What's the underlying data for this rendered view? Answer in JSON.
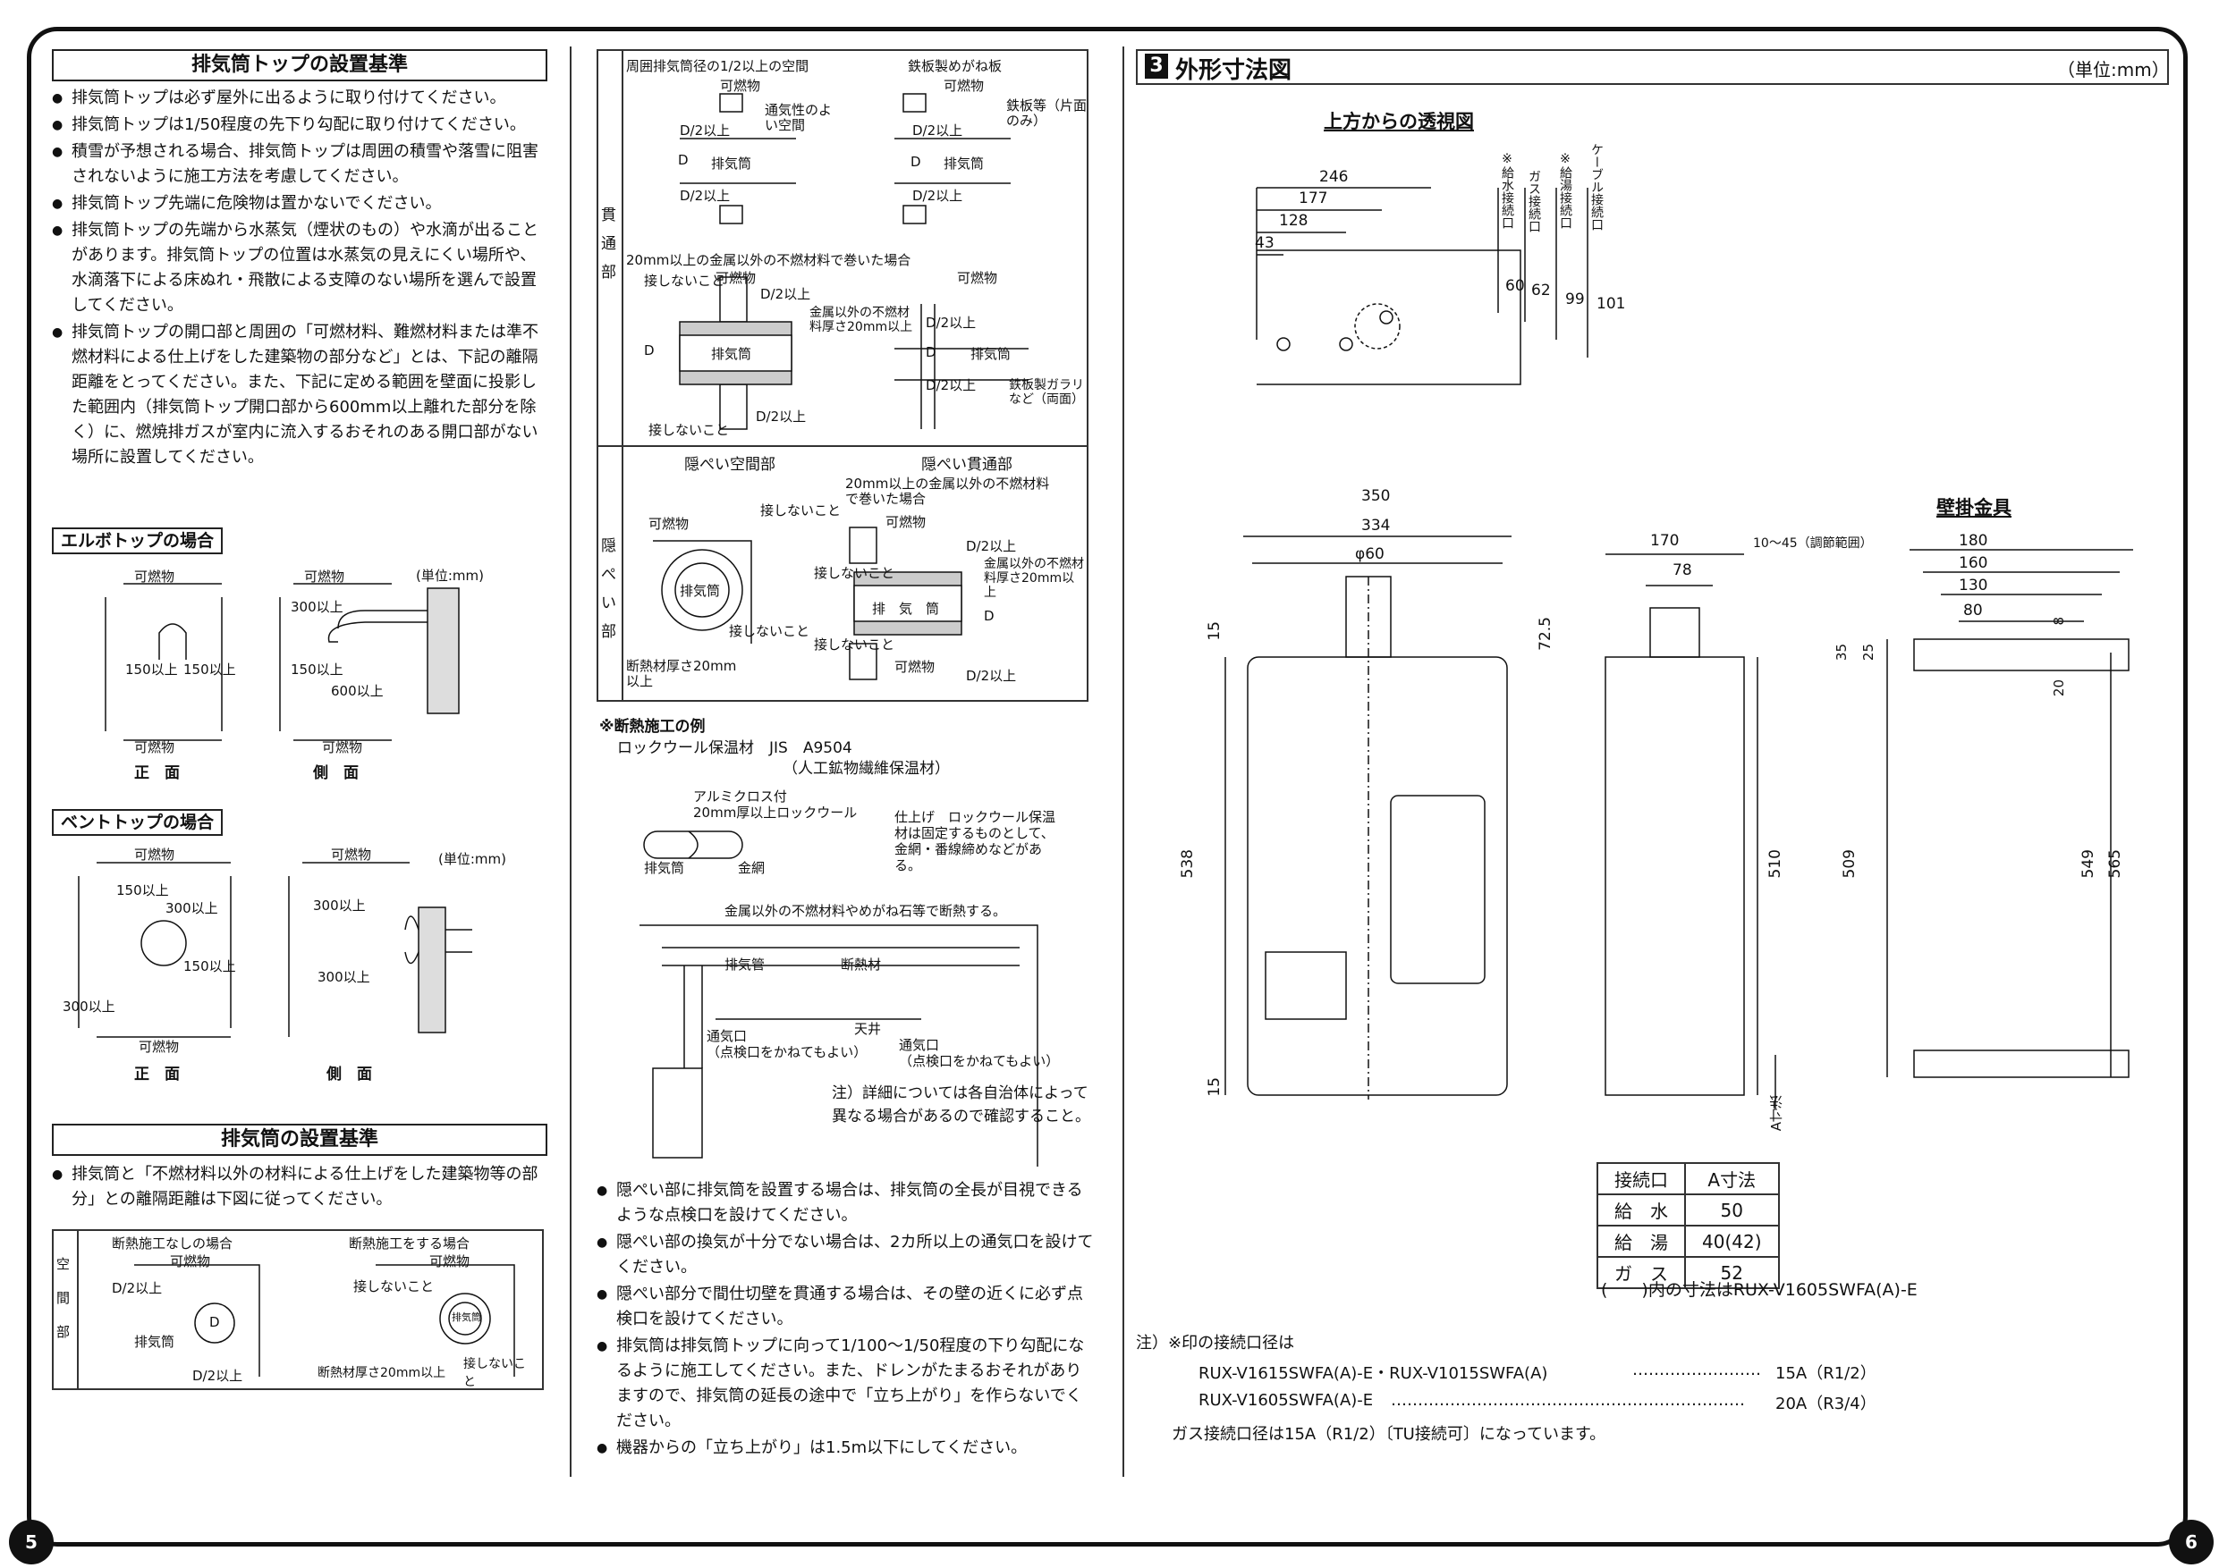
{
  "page_numbers": {
    "left": "5",
    "right": "6"
  },
  "left_column": {
    "top_section": {
      "title": "排気筒トップの設置基準",
      "bullets": [
        "排気筒トップは必ず屋外に出るように取り付けてください。",
        "排気筒トップは1/50程度の先下り勾配に取り付けてください。",
        "積雪が予想される場合、排気筒トップは周囲の積雪や落雪に阻害されないように施工方法を考慮してください。",
        "排気筒トップ先端に危険物は置かないでください。",
        "排気筒トップの先端から水蒸気（煙状のもの）や水滴が出ることがあります。排気筒トップの位置は水蒸気の見えにくい場所や、水滴落下による床ぬれ・飛散による支障のない場所を選んで設置してください。",
        "排気筒トップの開口部と周囲の「可燃材料、難燃材料または準不燃材料による仕上げをした建築物の部分など」とは、下記の離隔距離をとってください。また、下記に定める範囲を壁面に投影した範囲内（排気筒トップ開口部から600mm以上離れた部分を除く）に、燃焼排ガスが室内に流入するおそれのある開口部がない場所に設置してください。"
      ]
    },
    "elbow": {
      "title": "エルボトップの場合",
      "unit": "(単位:mm)",
      "combustible": "可燃物",
      "front_labels": {
        "d1": "150以上",
        "d2": "150以上"
      },
      "side_labels": {
        "d1": "300以上",
        "d2": "150以上",
        "d3": "600以上"
      },
      "front": "正　面",
      "side": "側　面"
    },
    "vent": {
      "title": "ベントトップの場合",
      "unit": "(単位:mm)",
      "combustible": "可燃物",
      "front_labels": {
        "d1": "150以上",
        "d2": "300以上",
        "d3": "150以上",
        "d4": "300以上"
      },
      "side_labels": {
        "d1": "300以上",
        "d2": "300以上"
      },
      "front": "正　面",
      "side": "側　面"
    },
    "bottom_section": {
      "title": "排気筒の設置基準",
      "bullets": [
        "排気筒と「不燃材料以外の材料による仕上げをした建築物等の部分」との離隔距離は下図に従ってください。"
      ],
      "space_label": "空間部",
      "no_insulation": "断熱施工なしの場合",
      "with_insulation": "断熱施工をする場合",
      "labels": {
        "combustible": "可燃物",
        "d2_top": "D/2以上",
        "d": "D",
        "pipe": "排気筒",
        "d2_bottom": "D/2以上",
        "no_contact": "接しないこと",
        "insul_thick": "断熱材厚さ20mm以上",
        "no_contact2": "接しないこと",
        "pipe2": "排気筒"
      }
    }
  },
  "middle_column": {
    "penetration_label": "貫通部",
    "hidden_label": "隠ぺい部",
    "pen_a": {
      "title": "周囲排気筒径の1/2以上の空間",
      "combustible": "可燃物",
      "air": "通気性のよい空間",
      "d2a": "D/2以上",
      "d": "D",
      "pipe": "排気筒",
      "d2b": "D/2以上"
    },
    "pen_b": {
      "title": "鉄板製めがね板",
      "combustible": "可燃物",
      "plate": "鉄板等（片面のみ）",
      "d2a": "D/2以上",
      "d": "D",
      "pipe": "排気筒",
      "d2b": "D/2以上"
    },
    "pen_c": {
      "title": "20mm以上の金属以外の不燃材料で巻いた場合",
      "no_contact": "接しないこと",
      "combustible": "可燃物",
      "d2a": "D/2以上",
      "metal": "金属以外の不燃材料厚さ20mm以上",
      "d": "D",
      "pipe": "排気筒",
      "no_contact2": "接しないこと",
      "d2b": "D/2以上"
    },
    "pen_d": {
      "combustible": "可燃物",
      "d2a": "D/2以上",
      "d": "D",
      "pipe": "排気筒",
      "d2b": "D/2以上",
      "plate": "鉄板製ガラリなど（両面）"
    },
    "hid_a": {
      "title": "隠ぺい空間部",
      "combustible": "可燃物",
      "no_contact": "接しないこと",
      "pipe": "排気筒",
      "no_contact2": "接しないこと",
      "insul": "断熱材厚さ20mm以上"
    },
    "hid_b": {
      "title": "隠ぺい貫通部",
      "sub": "20mm以上の金属以外の不燃材料で巻いた場合",
      "combustible": "可燃物",
      "d2a": "D/2以上",
      "no_contact": "接しないこと",
      "metal": "金属以外の不燃材料厚さ20mm以上",
      "pipe": "排　気　筒",
      "d": "D",
      "no_contact2": "接しないこと",
      "combustible2": "可燃物",
      "d2b": "D/2以上"
    },
    "insulation_example": {
      "title": "※断熱施工の例",
      "material": "ロックウール保温材　JIS　A9504",
      "material_sub": "（人工鉱物繊維保温材）",
      "alu": "アルミクロス付",
      "rock": "20mm厚以上ロックウール",
      "pipe": "排気筒",
      "mesh": "金網",
      "finish_note": "仕上げ　ロックウール保温材は固定するものとして、金網・番線締めなどがある。",
      "cover_note": "金属以外の不燃材料やめがね石等で断熱する。",
      "exhaust_pipe": "排気管",
      "insulator": "断熱材",
      "ceiling": "天井",
      "vent1": "通気口",
      "vent1_sub": "（点検口をかねてもよい）",
      "vent2": "通気口",
      "vent2_sub": "（点検口をかねてもよい）",
      "note": "注）詳細については各自治体によって異なる場合があるので確認すること。"
    },
    "bullets": [
      "隠ぺい部に排気筒を設置する場合は、排気筒の全長が目視できるような点検口を設けてください。",
      "隠ぺい部の換気が十分でない場合は、2カ所以上の通気口を設けてください。",
      "隠ぺい部分で間仕切壁を貫通する場合は、その壁の近くに必ず点検口を設けてください。",
      "排気筒は排気筒トップに向って1/100～1/50程度の下り勾配になるように施工してください。また、ドレンがたまるおそれがありますので、排気筒の延長の途中で「立ち上がり」を作らないでください。",
      "機器からの「立ち上がり」は1.5m以下にしてください。"
    ]
  },
  "right_column": {
    "section_number": "3",
    "title": "外形寸法図",
    "unit": "（単位:mm）",
    "top_view": {
      "title": "上方からの透視図",
      "dims": [
        "246",
        "177",
        "128",
        "43"
      ],
      "vdims": [
        "60",
        "62",
        "99",
        "101"
      ],
      "labels": [
        "※給水接続口",
        "ガス接続口",
        "※給湯接続口",
        "ケーブル接続口"
      ]
    },
    "front_view": {
      "w1": "350",
      "w2": "334",
      "phi": "φ60",
      "h_top": "15",
      "h_total": "538",
      "h_bottom": "15"
    },
    "side_view": {
      "w1": "170",
      "adjust": "10～45（調節範囲）",
      "w2": "78",
      "h_top": "72.5",
      "h": "510",
      "a_dim": "A寸法"
    },
    "bracket": {
      "title": "壁掛金具",
      "w": [
        "180",
        "160",
        "130",
        "80"
      ],
      "h_small": [
        "35",
        "25",
        "8",
        "20"
      ],
      "h": [
        "509",
        "549",
        "565"
      ]
    },
    "table": {
      "headers": [
        "接続口",
        "A寸法"
      ],
      "rows": [
        [
          "給　水",
          "50"
        ],
        [
          "給　湯",
          "40(42)"
        ],
        [
          "ガ　ス",
          "52"
        ]
      ],
      "note": "(　　)内の寸法はRUX-V1605SWFA(A)-E"
    },
    "notes": {
      "head": "注）※印の接続口径は",
      "line1_model": "RUX-V1615SWFA(A)-E・RUX-V1015SWFA(A)",
      "line1_dots": "……………………",
      "line1_size": "15A（R1/2）",
      "line2_model": "RUX-V1605SWFA(A)-E",
      "line2_dots": "…………………………………………………………",
      "line2_size": "20A（R3/4）",
      "line3": "ガス接続口径は15A（R1/2）〔TU接続可〕になっています。"
    }
  }
}
